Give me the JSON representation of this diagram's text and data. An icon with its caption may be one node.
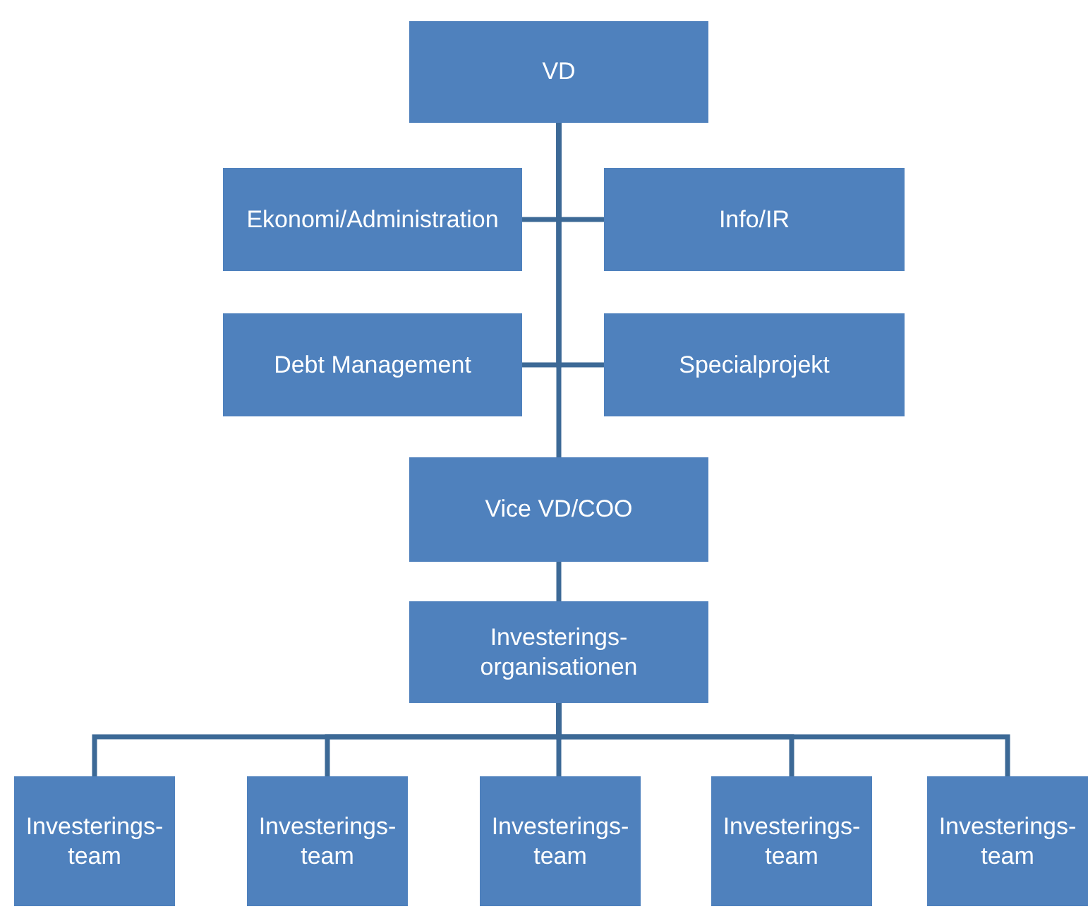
{
  "diagram": {
    "nodes": [
      {
        "text": [
          "VD"
        ]
      },
      {
        "text": [
          "Ekonomi/Administration"
        ]
      },
      {
        "text": [
          "Info/IR"
        ]
      },
      {
        "text": [
          "Debt Management"
        ]
      },
      {
        "text": [
          "Specialprojekt"
        ]
      },
      {
        "text": [
          "Vice VD/COO"
        ]
      },
      {
        "text": [
          "Investerings- organisationen"
        ]
      },
      {
        "text": [
          "Investerings- team"
        ]
      },
      {
        "text": [
          "Investerings- team"
        ]
      },
      {
        "text": [
          "Investerings- team"
        ]
      },
      {
        "text": [
          "Investerings- team"
        ]
      },
      {
        "text": [
          "Investerings- team"
        ]
      }
    ],
    "edges": [
      {
        "from": 0,
        "to": 1,
        "arrow": "none"
      },
      {
        "from": 0,
        "to": 2,
        "arrow": "none"
      },
      {
        "from": 0,
        "to": 3,
        "arrow": "none"
      },
      {
        "from": 0,
        "to": 4,
        "arrow": "none"
      },
      {
        "from": 0,
        "to": 5,
        "arrow": "none"
      },
      {
        "from": 5,
        "to": 6,
        "arrow": "none"
      },
      {
        "from": 6,
        "to": 7,
        "arrow": "none"
      },
      {
        "from": 6,
        "to": 8,
        "arrow": "none"
      },
      {
        "from": 6,
        "to": 9,
        "arrow": "none"
      },
      {
        "from": 6,
        "to": 10,
        "arrow": "none"
      },
      {
        "from": 6,
        "to": 11,
        "arrow": "none"
      }
    ]
  }
}
